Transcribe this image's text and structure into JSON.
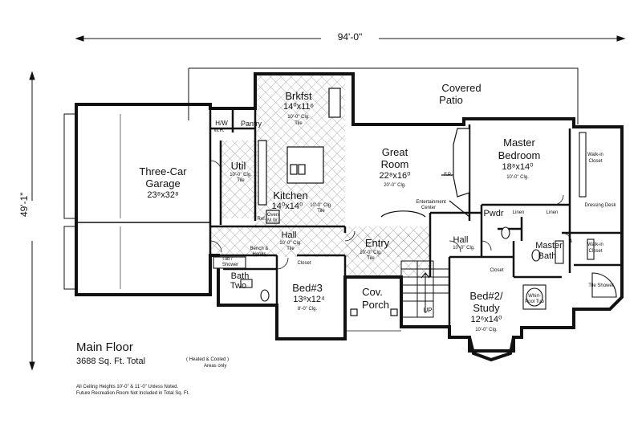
{
  "overall": {
    "width": "94'-0\"",
    "depth": "49'-1\""
  },
  "rooms": {
    "garage": {
      "name1": "Three-Car",
      "name2": "Garage",
      "dim": "23⁸x32⁸"
    },
    "brkfst": {
      "name": "Brkfst",
      "dim": "14⁰x11⁶",
      "clg": "10'-0\" Clg.",
      "finish": "Tile"
    },
    "patio": {
      "name1": "Covered",
      "name2": "Patio"
    },
    "great": {
      "name1": "Great",
      "name2": "Room",
      "dim": "22⁸x16⁰",
      "clg": "20'-0\" Clg."
    },
    "master": {
      "name1": "Master",
      "name2": "Bedroom",
      "dim": "18⁸x14⁰",
      "clg": "10'-0\" Clg."
    },
    "util": {
      "name": "Util",
      "clg": "10'-0\" Clg.",
      "finish": "Tile"
    },
    "kitchen": {
      "name": "Kitchen",
      "dim": "14⁰x14⁰",
      "clg": "10'-0\" Clg.",
      "finish": "Tile"
    },
    "pantry": {
      "name": "Pantry"
    },
    "hw": {
      "name": "H/W"
    },
    "hall1": {
      "name": "Hall",
      "clg": "10'-0\" Clg.",
      "finish": "Tile"
    },
    "entry": {
      "name": "Entry",
      "clg": "10'-0\" Clg.",
      "finish": "Tile"
    },
    "hall2": {
      "name": "Hall",
      "clg": "10'-0\" Clg."
    },
    "pwdr": {
      "name": "Pwdr"
    },
    "masterbath": {
      "name1": "Master",
      "name2": "Bath"
    },
    "bath2": {
      "name1": "Bath",
      "name2": "Two"
    },
    "bed3": {
      "name": "Bed#3",
      "dim": "13⁸x12⁴",
      "clg": "8'-0\" Clg."
    },
    "porch": {
      "name1": "Cov.",
      "name2": "Porch"
    },
    "bed2": {
      "name1": "Bed#2/",
      "name2": "Study",
      "dim": "12⁶x14⁰",
      "clg": "10'-0\" Clg."
    }
  },
  "small_labels": {
    "walkin": "Walk-in",
    "closet": "Closet",
    "dressing": "Dressing Desk",
    "linen": "Linen",
    "tile_shower": "Tile Shower",
    "whirl1": "Whirl-",
    "whirl2": "Pool Tub",
    "tub": "Tub /",
    "shower": "Shower",
    "bench1": "Bench &",
    "bench2": "Hooks",
    "ent1": "Entertainment",
    "ent2": "Center",
    "fp": "F.P.",
    "up": "UP",
    "oven": "Oven",
    "mw": "M.W.",
    "ref": "Ref.",
    "wh": "W.H."
  },
  "footer": {
    "title": "Main Floor",
    "total": "3688 Sq. Ft. Total",
    "total_note1": "( Heated & Cooled )",
    "total_note2": "Areas only",
    "note1": "All Ceiling Heights 10'-0\" & 11'-0\" Unless Noted.",
    "note2": "Future Recreation Room Not Included in Total Sq. Ft."
  }
}
